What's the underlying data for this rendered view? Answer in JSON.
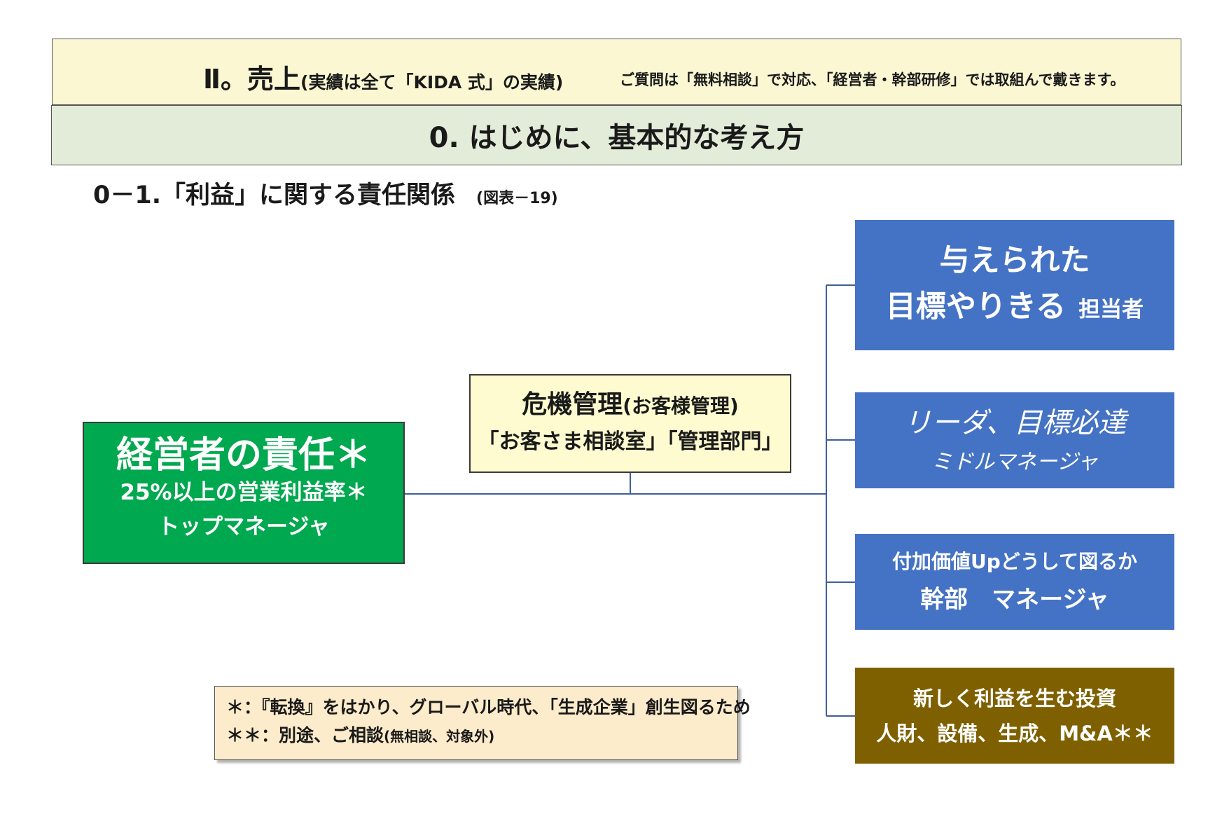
{
  "header": {
    "title": "Ⅱ。売上",
    "subtitle": "(実績は全て「KIDA 式」の実績)",
    "note": "ご質問は「無料相談」で対応、「経営者・幹部研修」では取組んで戴きます。"
  },
  "section": {
    "title": "0. はじめに、基本的な考え方"
  },
  "subsection": {
    "title": "0－1.「利益」に関する責任関係",
    "figure_ref": "(図表－19)"
  },
  "diagram": {
    "executive": {
      "line1": "経営者の責任＊",
      "line2": "25%以上の営業利益率＊",
      "line3": "トップマネージャ"
    },
    "crisis": {
      "title": "危機管理",
      "title_paren": "(お客様管理)",
      "line2": "「お客さま相談室」「管理部門」"
    },
    "staff": {
      "line1": "与えられた",
      "line2": "目標やりきる",
      "role": "担当者"
    },
    "leader": {
      "line1": "リーダ、目標必達",
      "line2": "ミドルマネージャ"
    },
    "manager": {
      "line1": "付加価値Upどうして図るか",
      "line2": "幹部　マネージャ"
    },
    "investment": {
      "line1": "新しく利益を生む投資",
      "line2": "人財、設備、生成、M&A＊＊"
    }
  },
  "footnote": {
    "line1": "＊：『転換』をはかり、グローバル時代、「生成企業」創生図るため",
    "line2_main": "＊＊：別途、ご相談",
    "line2_paren": "(無相談、対象外)"
  },
  "colors": {
    "header_bg": "#fbf7d2",
    "section_bg": "#e3ecd9",
    "executive_green": "#00a84f",
    "crisis_bg": "#fdfbcf",
    "role_blue": "#4472c4",
    "invest_brown": "#7f6000",
    "footnote_bg": "#fdeccb",
    "connector": "#3f5f9a"
  }
}
